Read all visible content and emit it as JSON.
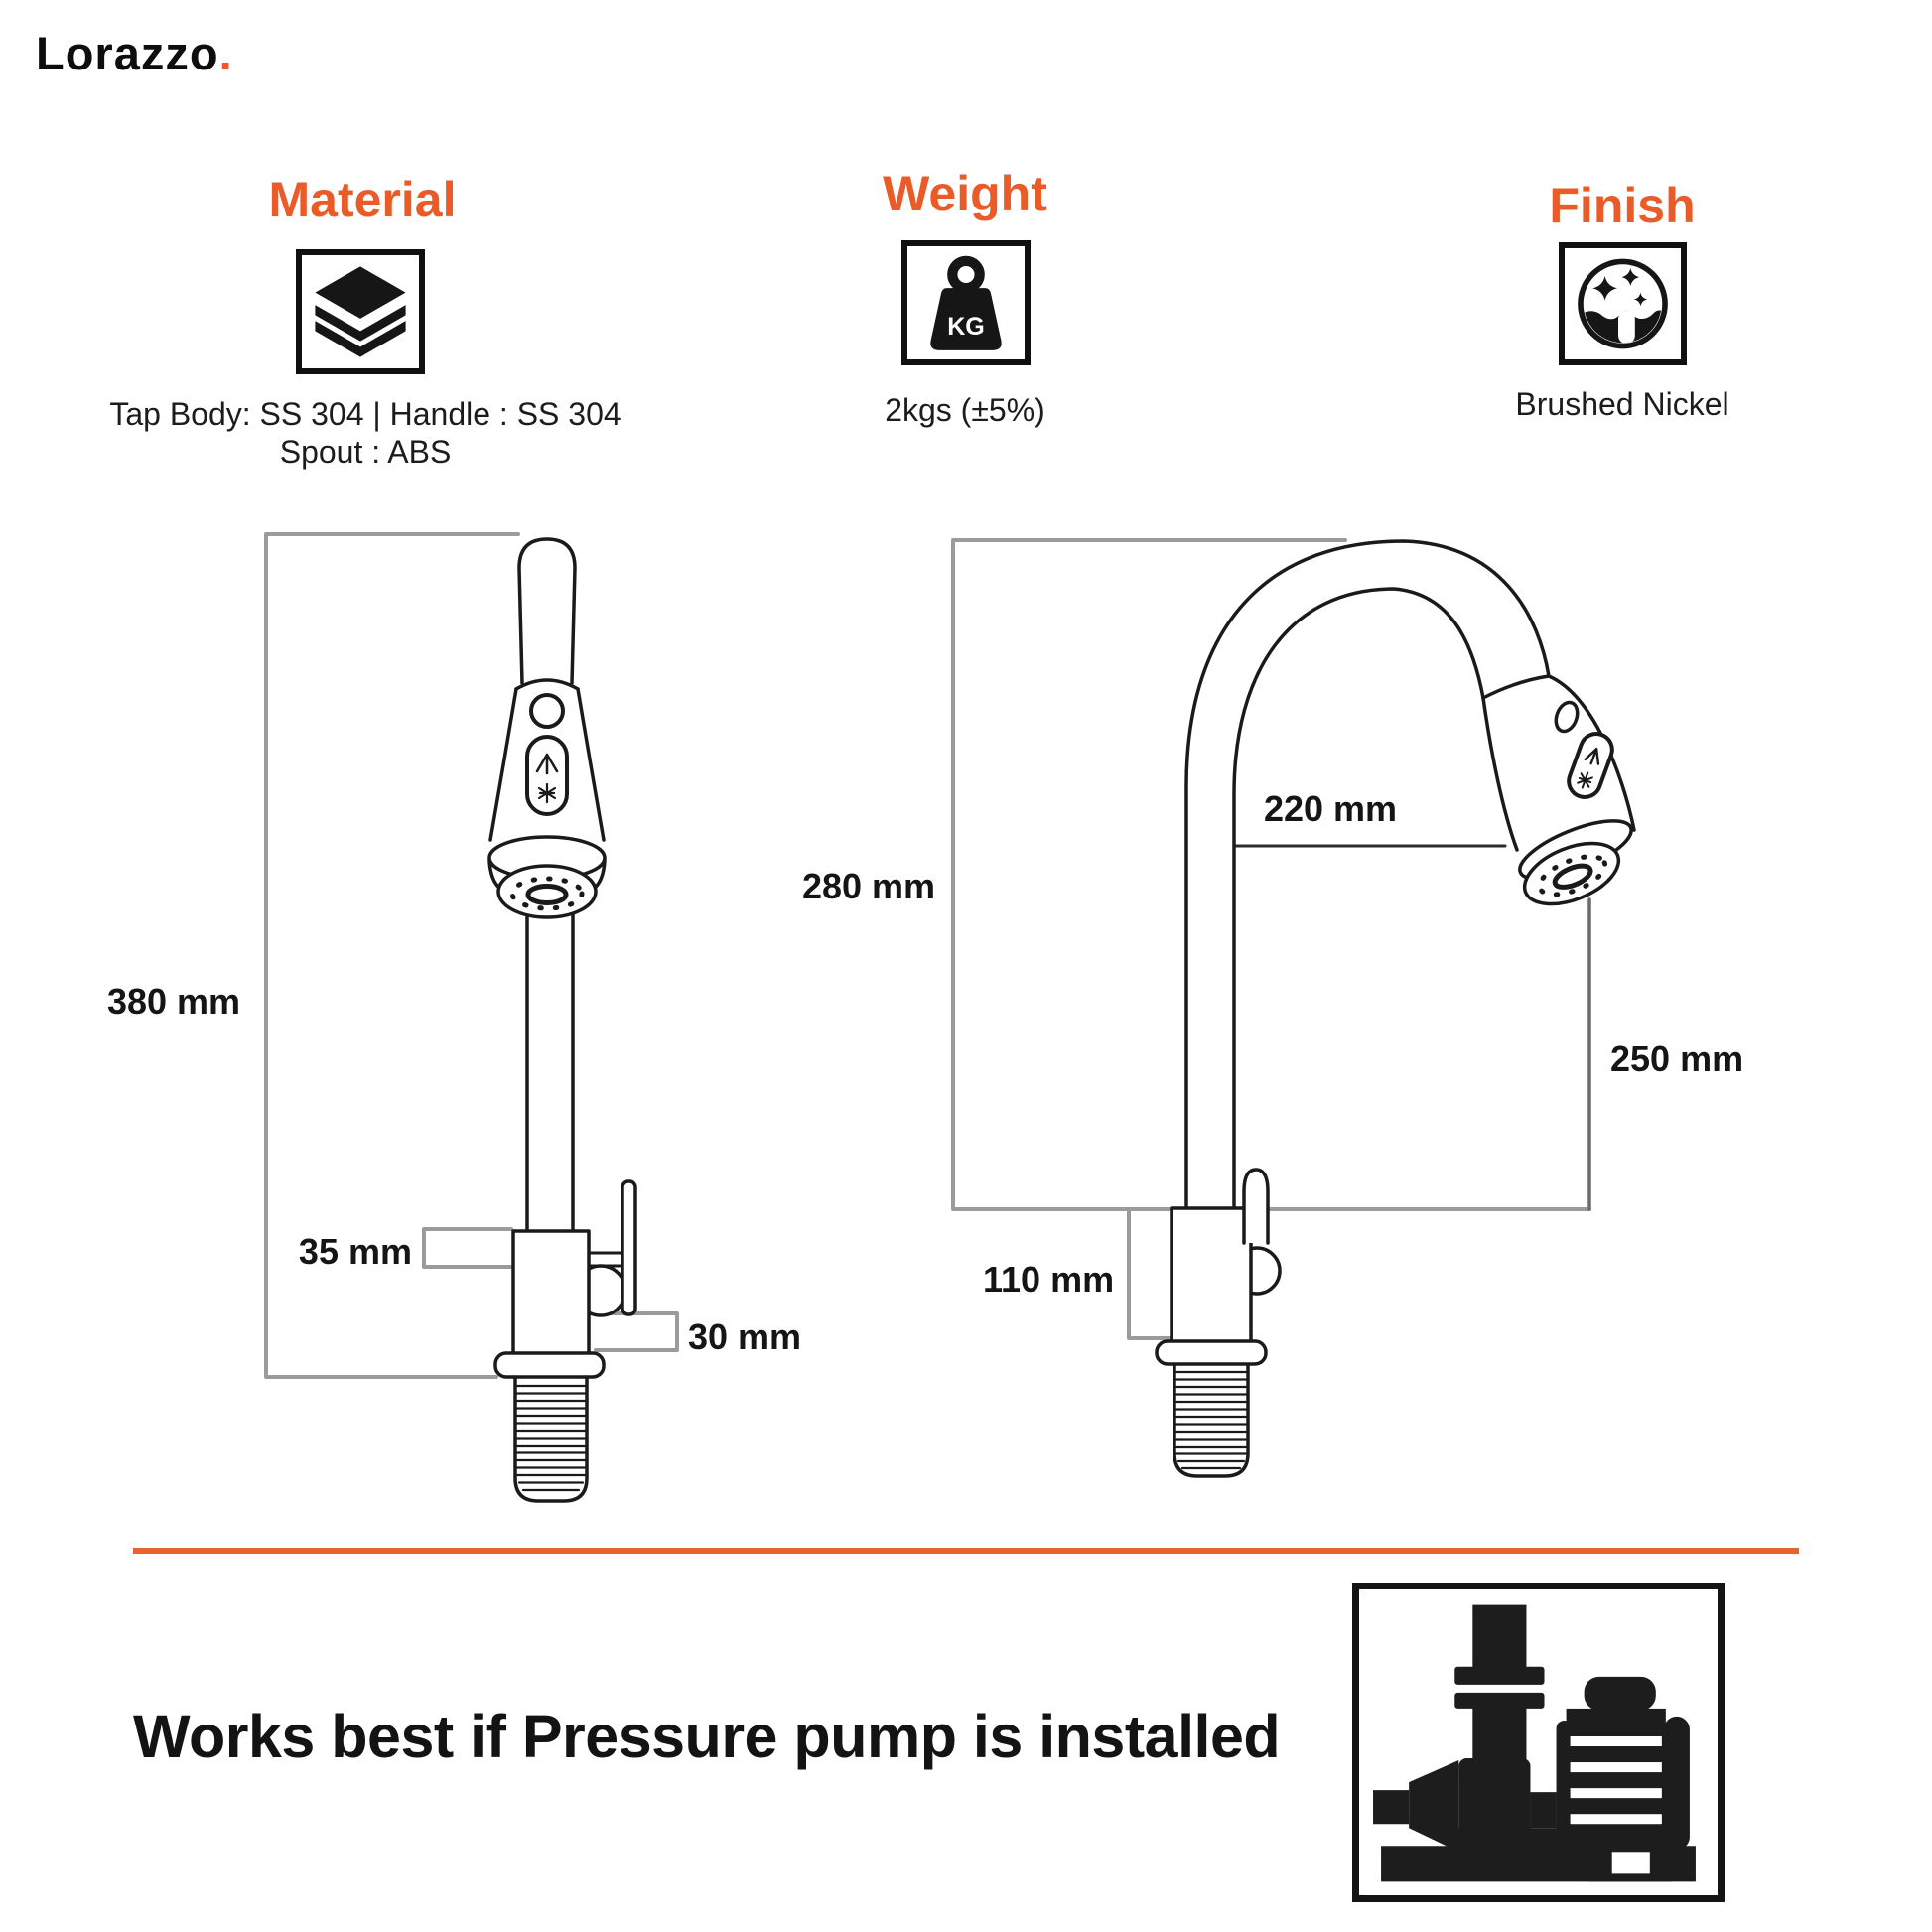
{
  "brand": {
    "name": "Lorazzo",
    "logo_dot": "."
  },
  "specs": {
    "material": {
      "title": "Material",
      "icon": "layers-icon",
      "line1": "Tap Body: SS 304 | Handle : SS 304",
      "line2": "Spout : ABS"
    },
    "weight": {
      "title": "Weight",
      "icon": "kg-weight-icon",
      "kg_label": "KG",
      "value": "2kgs (±5%)"
    },
    "finish": {
      "title": "Finish",
      "icon": "shine-sparkle-icon",
      "value": "Brushed Nickel"
    }
  },
  "diagrams": {
    "side_view": {
      "dim_height": "380 mm",
      "dim_spout": "35 mm",
      "dim_base": "30 mm"
    },
    "front_view": {
      "dim_height": "280 mm",
      "dim_reach": "220 mm",
      "dim_drop": "250 mm",
      "dim_body": "110 mm"
    }
  },
  "footer": {
    "note": "Works best if Pressure pump is installed",
    "icon": "pressure-pump-icon"
  },
  "colors": {
    "accent": "#EB5B28",
    "ink": "#1A1A1A",
    "dim_gray": "#9B9B9B"
  }
}
